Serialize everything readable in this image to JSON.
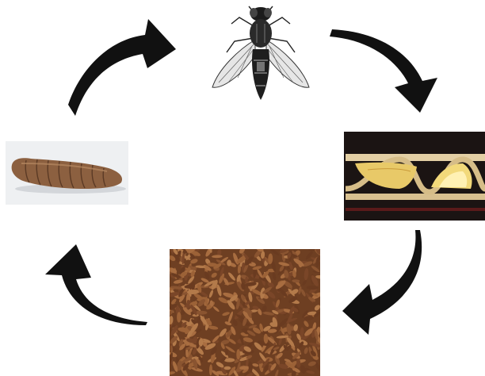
{
  "diagram": {
    "type": "life-cycle",
    "stages": [
      {
        "id": "adult",
        "icon": "adult-fly-icon"
      },
      {
        "id": "eggs",
        "icon": "egg-clutch-icon"
      },
      {
        "id": "larvae",
        "icon": "larvae-mass-icon"
      },
      {
        "id": "prepupa",
        "icon": "prepupa-larva-icon"
      }
    ],
    "flow": [
      "adult",
      "eggs",
      "larvae",
      "prepupa",
      "adult"
    ],
    "colors": {
      "arrow": "#111111",
      "background": "#ffffff",
      "larvae": "#8a5430",
      "cardboard": "#d9c08f",
      "pupa": "#8c6040"
    }
  }
}
